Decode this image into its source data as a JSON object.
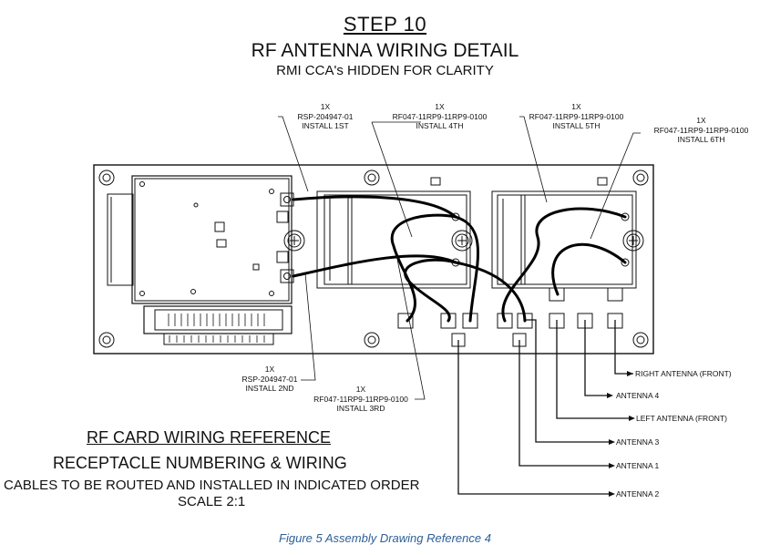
{
  "header": {
    "step": "STEP 10",
    "title": "RF ANTENNA WIRING DETAIL",
    "subtitle": "RMI CCA's HIDDEN FOR CLARITY"
  },
  "callouts": {
    "c1": {
      "qty": "1X",
      "part": "RSP-204947-01",
      "order": "INSTALL 1ST"
    },
    "c2": {
      "qty": "1X",
      "part": "RF047-11RP9-11RP9-0100",
      "order": "INSTALL 4TH"
    },
    "c3": {
      "qty": "1X",
      "part": "RF047-11RP9-11RP9-0100",
      "order": "INSTALL 5TH"
    },
    "c4": {
      "qty": "1X",
      "part": "RF047-11RP9-11RP9-0100",
      "order": "INSTALL 6TH"
    },
    "c5": {
      "qty": "1X",
      "part": "RSP-204947-01",
      "order": "INSTALL 2ND"
    },
    "c6": {
      "qty": "1X",
      "part": "RF047-11RP9-11RP9-0100",
      "order": "INSTALL 3RD"
    }
  },
  "antennas": [
    "RIGHT ANTENNA (FRONT)",
    "ANTENNA 4",
    "LEFT ANTENNA (FRONT)",
    "ANTENNA 3",
    "ANTENNA 1",
    "ANTENNA 2"
  ],
  "reference": {
    "line1": "RF CARD WIRING REFERENCE",
    "line2": "RECEPTACLE NUMBERING & WIRING",
    "line3": "CABLES TO BE ROUTED AND INSTALLED IN INDICATED ORDER",
    "line4": "SCALE 2:1"
  },
  "caption": "Figure 5 Assembly Drawing Reference 4"
}
